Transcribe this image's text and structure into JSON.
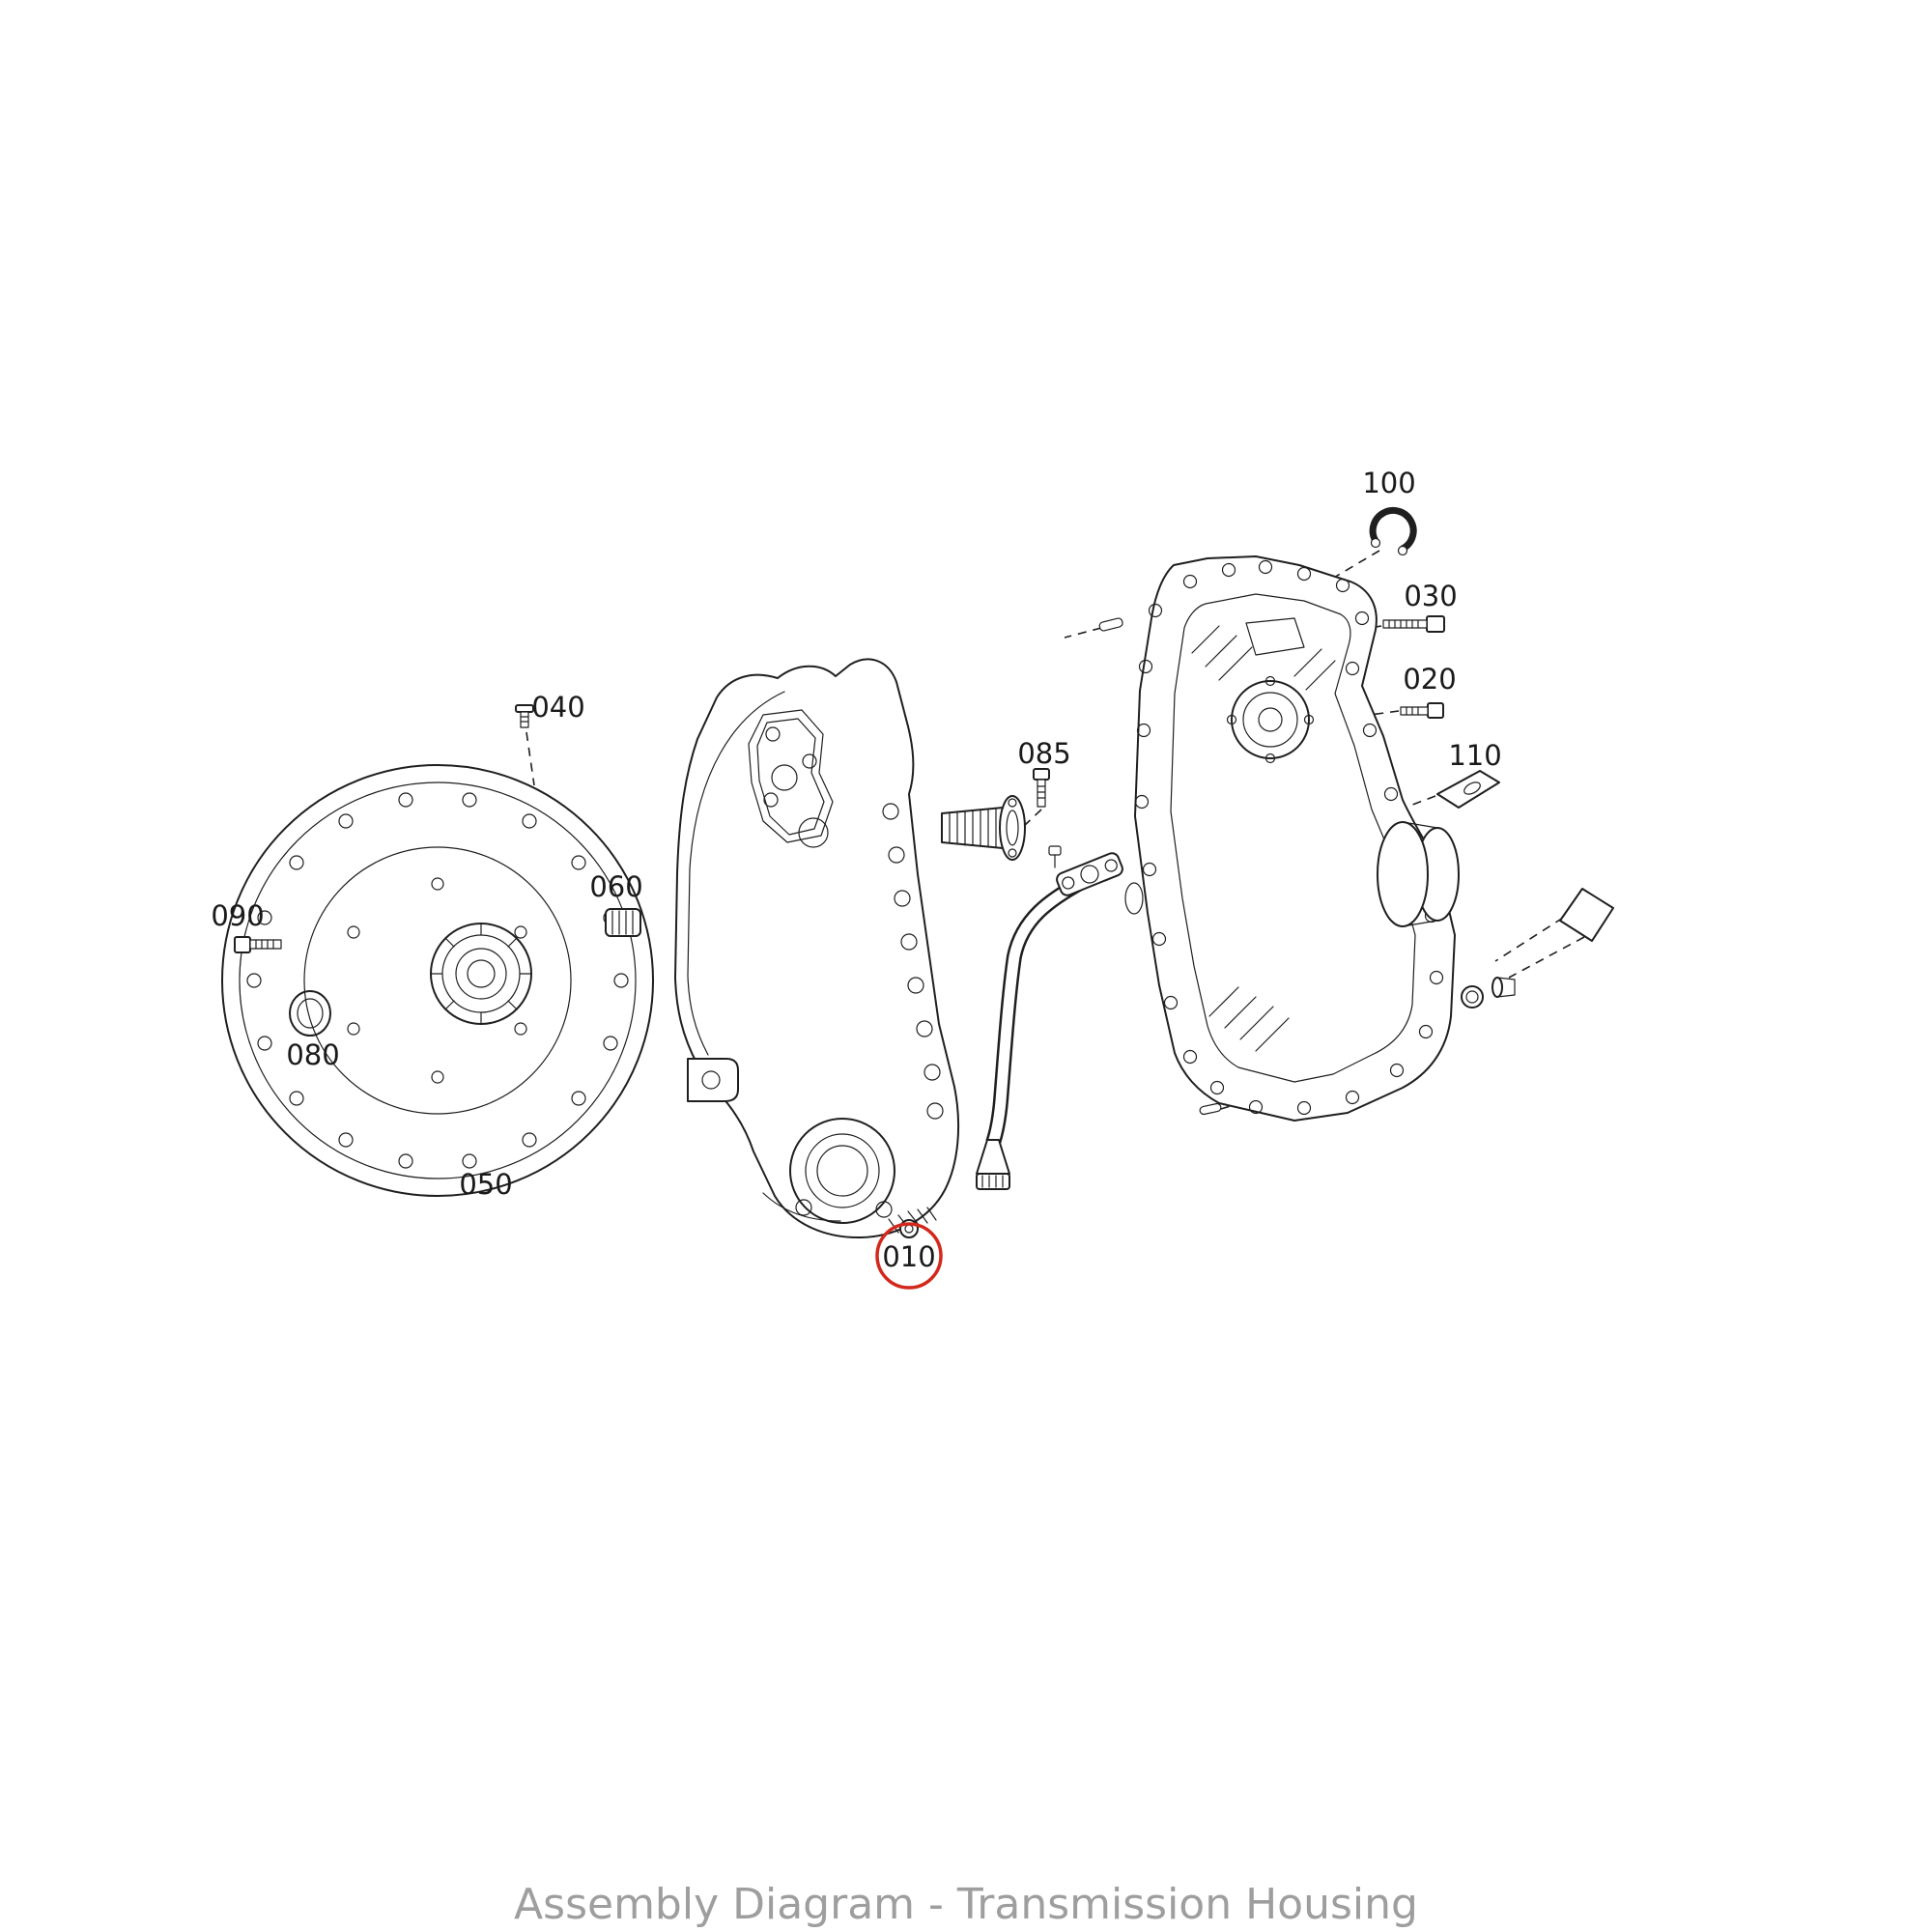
{
  "page": {
    "caption": "Assembly Diagram - Transmission Housing"
  },
  "colors": {
    "line": "#1f1f1f",
    "highlight_red": "#d3291c",
    "caption_gray": "#9e9e9e",
    "background": "#ffffff"
  },
  "diagram": {
    "type": "exploded-parts-diagram",
    "subject": "transmission-housing-assembly",
    "highlighted_part": "010",
    "parts": {
      "p010": "010",
      "p020": "020",
      "p030": "030",
      "p040": "040",
      "p050": "050",
      "p060": "060",
      "p080": "080",
      "p085": "085",
      "p090": "090",
      "p100": "100",
      "p110": "110"
    }
  }
}
